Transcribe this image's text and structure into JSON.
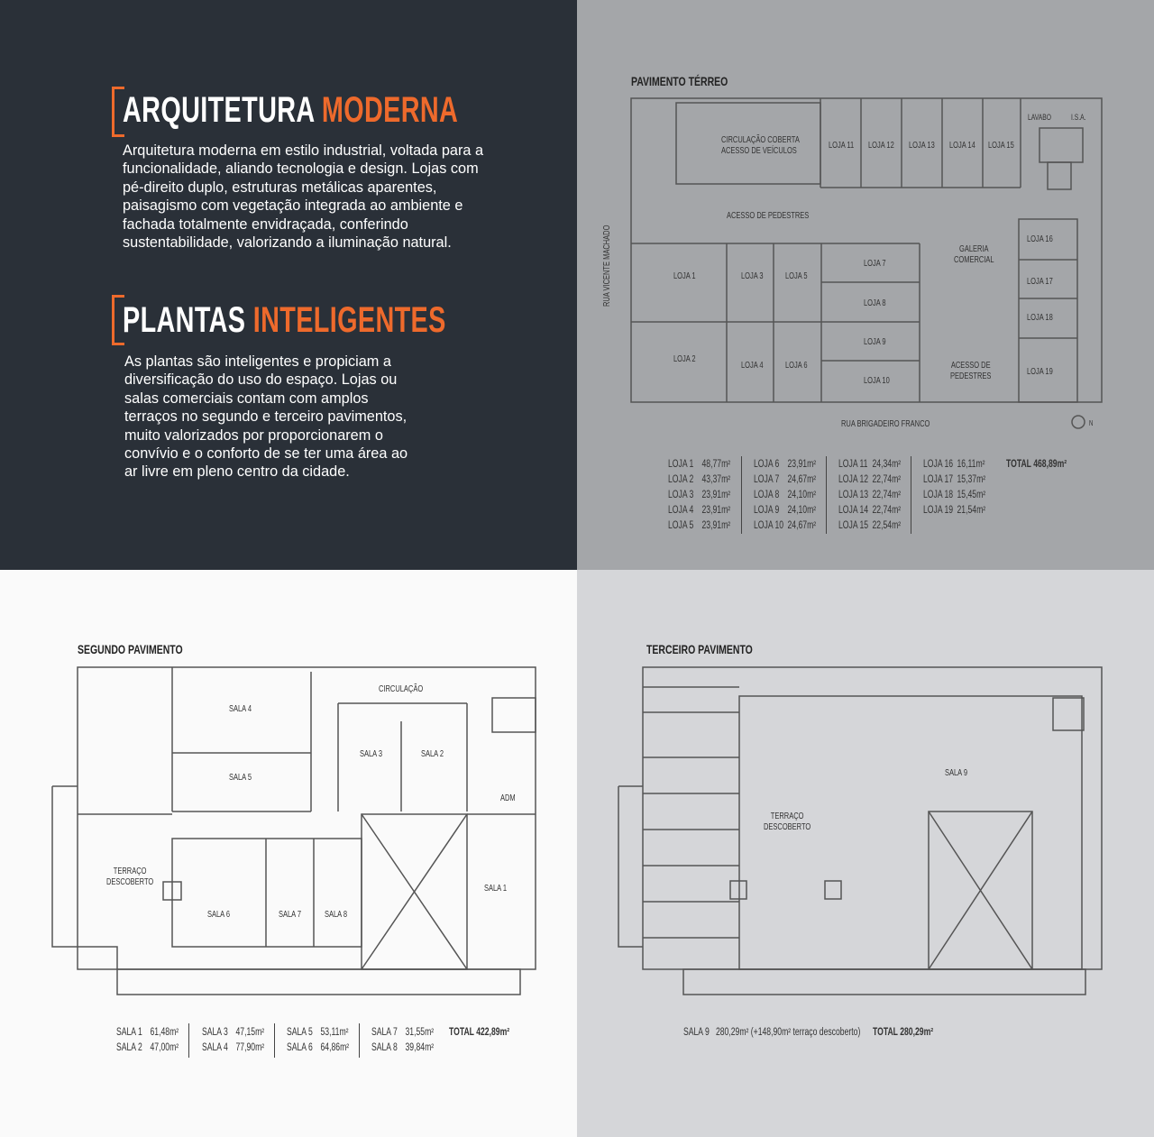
{
  "intro": {
    "section1": {
      "title_white": "ARQUITETURA",
      "title_accent": "MODERNA",
      "body": "Arquitetura moderna em estilo industrial, voltada para a funcionalidade, aliando tecnologia e design. Lojas com pé-direito duplo, estruturas metálicas aparentes, paisagismo com vegetação integrada ao ambiente e fachada totalmente envidraçada, conferindo sustentabilidade, valorizando a iluminação natural."
    },
    "section2": {
      "title_white": "PLANTAS",
      "title_accent": "INTELIGENTES",
      "body": "As plantas são inteligentes e propiciam a diversificação do uso do espaço. Lojas ou salas comerciais contam com amplos terraços no segundo e terceiro pavimentos, muito valorizados por proporcionarem o convívio e o conforto de se ter uma área ao ar livre em pleno centro da cidade."
    },
    "accent_color": "#ee6a2c"
  },
  "terreo": {
    "title": "PAVIMENTO TÉRREO",
    "labels": {
      "circ1": "CIRCULAÇÃO COBERTA",
      "circ2": "ACESSO DE VEÍCULOS",
      "ped": "ACESSO DE PEDESTRES",
      "galeria1": "GALERIA",
      "galeria2": "COMERCIAL",
      "ped2a": "ACESSO DE",
      "ped2b": "PEDESTRES",
      "lavabo": "LAVABO",
      "isa": "I.S.A.",
      "rua1": "RUA VICENTE MACHADO",
      "rua2": "RUA BRIGADEIRO FRANCO",
      "north": "N"
    },
    "rooms": [
      "LOJA 1",
      "LOJA 2",
      "LOJA 3",
      "LOJA 4",
      "LOJA 5",
      "LOJA 6",
      "LOJA 7",
      "LOJA 8",
      "LOJA 9",
      "LOJA 10",
      "LOJA 11",
      "LOJA 12",
      "LOJA 13",
      "LOJA 14",
      "LOJA 15",
      "LOJA 16",
      "LOJA 17",
      "LOJA 18",
      "LOJA 19"
    ],
    "areas": [
      [
        [
          "LOJA 1",
          "48,77m²"
        ],
        [
          "LOJA 2",
          "43,37m²"
        ],
        [
          "LOJA 3",
          "23,91m²"
        ],
        [
          "LOJA 4",
          "23,91m²"
        ],
        [
          "LOJA 5",
          "23,91m²"
        ]
      ],
      [
        [
          "LOJA 6",
          "23,91m²"
        ],
        [
          "LOJA 7",
          "24,67m²"
        ],
        [
          "LOJA 8",
          "24,10m²"
        ],
        [
          "LOJA 9",
          "24,10m²"
        ],
        [
          "LOJA 10",
          "24,67m²"
        ]
      ],
      [
        [
          "LOJA 11",
          "24,34m²"
        ],
        [
          "LOJA 12",
          "22,74m²"
        ],
        [
          "LOJA 13",
          "22,74m²"
        ],
        [
          "LOJA 14",
          "22,74m²"
        ],
        [
          "LOJA 15",
          "22,54m²"
        ]
      ],
      [
        [
          "LOJA 16",
          "16,11m²"
        ],
        [
          "LOJA 17",
          "15,37m²"
        ],
        [
          "LOJA 18",
          "15,45m²"
        ],
        [
          "LOJA 19",
          "21,54m²"
        ]
      ]
    ],
    "total": "TOTAL 468,89m²"
  },
  "segundo": {
    "title": "SEGUNDO PAVIMENTO",
    "labels": {
      "circ": "CIRCULAÇÃO",
      "terraco1": "TERRAÇO",
      "terraco2": "DESCOBERTO",
      "adm": "ADM"
    },
    "rooms": [
      "SALA 1",
      "SALA 2",
      "SALA 3",
      "SALA 4",
      "SALA 5",
      "SALA 6",
      "SALA 7",
      "SALA 8"
    ],
    "areas": [
      [
        [
          "SALA 1",
          "61,48m²"
        ],
        [
          "SALA 2",
          "47,00m²"
        ]
      ],
      [
        [
          "SALA 3",
          "47,15m²"
        ],
        [
          "SALA 4",
          "77,90m²"
        ]
      ],
      [
        [
          "SALA 5",
          "53,11m²"
        ],
        [
          "SALA 6",
          "64,86m²"
        ]
      ],
      [
        [
          "SALA 7",
          "31,55m²"
        ],
        [
          "SALA 8",
          "39,84m²"
        ]
      ]
    ],
    "total": "TOTAL 422,89m²"
  },
  "terceiro": {
    "title": "TERCEIRO PAVIMENTO",
    "labels": {
      "terraco1": "TERRAÇO",
      "terraco2": "DESCOBERTO"
    },
    "rooms": [
      "SALA 9"
    ],
    "area_line": "SALA 9   280,29m² (+148,90m² terraço descoberto)",
    "total": "TOTAL 280,29m²"
  }
}
